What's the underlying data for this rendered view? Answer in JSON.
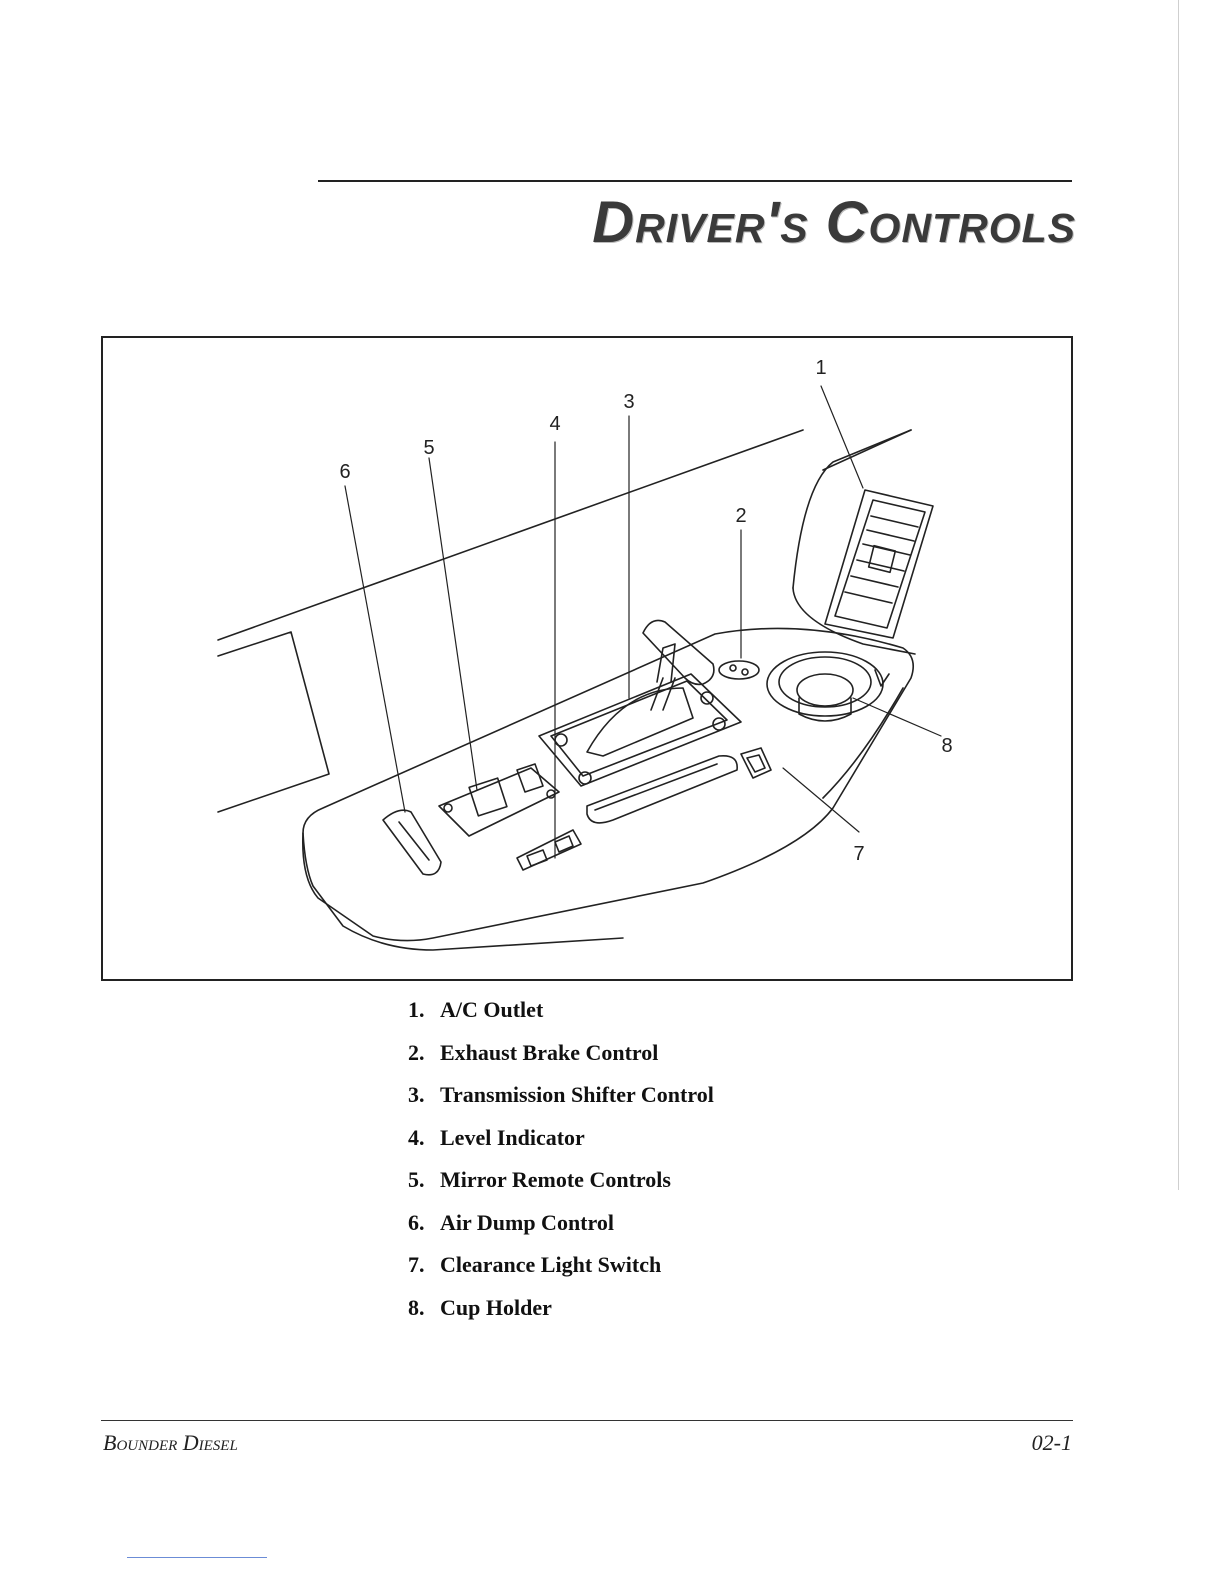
{
  "page": {
    "title": "Driver's Controls",
    "footer_left": "Bounder Diesel",
    "footer_right": "02-1"
  },
  "figure": {
    "callouts": [
      "1",
      "2",
      "3",
      "4",
      "5",
      "6",
      "7",
      "8"
    ]
  },
  "legend": [
    {
      "num": "1.",
      "label": "A/C Outlet"
    },
    {
      "num": "2.",
      "label": "Exhaust Brake Control"
    },
    {
      "num": "3.",
      "label": "Transmission Shifter Control"
    },
    {
      "num": "4.",
      "label": "Level Indicator"
    },
    {
      "num": "5.",
      "label": "Mirror Remote Controls"
    },
    {
      "num": "6.",
      "label": "Air Dump Control"
    },
    {
      "num": "7.",
      "label": "Clearance Light Switch"
    },
    {
      "num": "8.",
      "label": "Cup Holder"
    }
  ]
}
